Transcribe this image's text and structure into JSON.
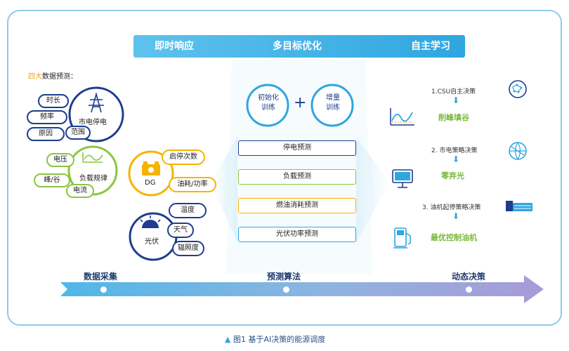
{
  "banner": {
    "left": "即时响应",
    "mid": "多目标优化",
    "right": "自主学习"
  },
  "collect": {
    "title_highlight": "四大",
    "title_rest": "数据预测：",
    "grid": {
      "label": "市电停电",
      "tags": [
        "时长",
        "频率",
        "原因",
        "范围"
      ]
    },
    "load": {
      "label": "负载规律",
      "tags": [
        "电压",
        "峰/谷",
        "电流"
      ]
    },
    "dg": {
      "label": "DG",
      "tags": [
        "启停次数",
        "油耗/功率"
      ]
    },
    "pv": {
      "label": "光伏",
      "tags": [
        "温度",
        "天气",
        "辐照度"
      ]
    }
  },
  "algo": {
    "init": "初始化\n训练",
    "plus": "+",
    "incr": "增量\n训练",
    "predictions": [
      "停电预测",
      "负载预测",
      "燃油消耗预测",
      "光伏功率预测"
    ]
  },
  "decision": {
    "steps": [
      {
        "step": "1.CSU自主决策",
        "result": "削峰填谷"
      },
      {
        "step": "2. 市电策略决策",
        "result": "零弃光"
      },
      {
        "step": "3. 油机起停策略决策",
        "result": "最优控制油机"
      }
    ]
  },
  "timeline": {
    "stages": [
      "数据采集",
      "预测算法",
      "动态决策"
    ]
  },
  "caption": {
    "marker": "▲",
    "text": "图1  基于AI决策的能源调度"
  },
  "colors": {
    "navy": "#1e3d8f",
    "blue": "#2ea6e0",
    "green": "#8cc63f",
    "yellow": "#f4b400",
    "accent_green": "#7ab93b"
  }
}
